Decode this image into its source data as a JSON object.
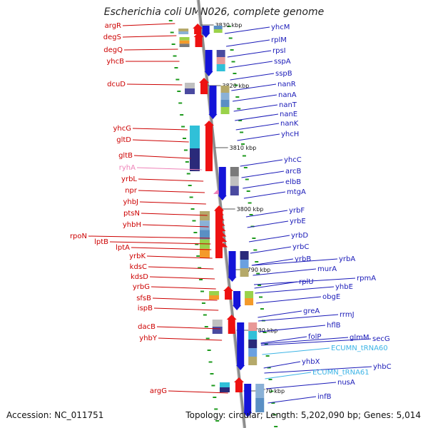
{
  "title": "Escherichia coli UMN026, complete genome",
  "footer": {
    "accession_label": "Accession:",
    "accession": "NC_011751",
    "topology_label": "Topology:",
    "topology": "circular",
    "length_label": "Length:",
    "length": "5,202,090 bp",
    "genes_label": "Genes:",
    "genes": "5,014"
  },
  "colors": {
    "left_label": "#cc0000",
    "right_label": "#1a1ab8",
    "rna_label": "#ee82b8",
    "trna_label": "#3cb4e6",
    "backbone": "#8c8c8c",
    "tick": "#1e9a1e",
    "forward_gene": "#ee1111",
    "reverse_gene": "#1414d8"
  },
  "kbp_markers": [
    "3830 kbp",
    "3820 kbp",
    "3810 kbp",
    "3800 kbp",
    "3790 kbp",
    "3780 kbp",
    "3770 kbp"
  ],
  "left_labels": [
    "argR",
    "degS",
    "degQ",
    "yhcB",
    "dcuD",
    "yhcG",
    "gltD",
    "gltB",
    "ryhA",
    "yrbL",
    "npr",
    "yhbJ",
    "ptsN",
    "yhbH",
    "rpoN",
    "lptB",
    "lptA",
    "yrbK",
    "kdsC",
    "kdsD",
    "yrbG",
    "sfsB",
    "ispB",
    "dacB",
    "yhbY",
    "argG"
  ],
  "right_labels": [
    "yhcM",
    "rplM",
    "rpsI",
    "sspA",
    "sspB",
    "nanR",
    "nanA",
    "nanT",
    "nanE",
    "nanK",
    "yhcH",
    "yhcC",
    "arcB",
    "elbB",
    "mtgA",
    "yrbF",
    "yrbE",
    "yrbD",
    "yrbC",
    "yrbB",
    "yrbA",
    "murA",
    "rplU",
    "yhbE",
    "rpmA",
    "obgE",
    "greA",
    "rrmJ",
    "hflB",
    "folP",
    "glmM",
    "secG",
    "ECUMN_tRNA60",
    "yhbX",
    "yhbC",
    "ECUMN_tRNA61",
    "nusA",
    "infB"
  ]
}
